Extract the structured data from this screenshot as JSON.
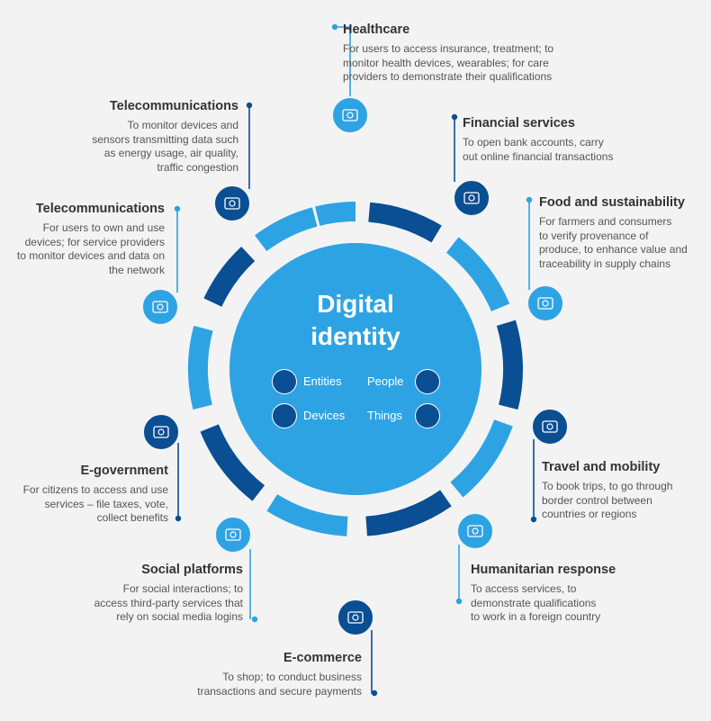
{
  "center": {
    "title": "Digital\nidentity",
    "categories": [
      {
        "label": "Entities",
        "icon": "building-icon"
      },
      {
        "label": "People",
        "icon": "people-icon"
      },
      {
        "label": "Devices",
        "icon": "mobile-device-icon"
      },
      {
        "label": "Things",
        "icon": "qr-code-icon"
      }
    ]
  },
  "colors": {
    "light_blue": "#2ea3e3",
    "dark_blue": "#0a4e93",
    "background": "#f3f3f3"
  },
  "sectors": [
    {
      "id": "healthcare",
      "title": "Healthcare",
      "description": "For users to access insurance, treatment; to\nmonitor health devices, wearables; for care\nproviders to demonstrate their qualifications",
      "icon": "ambulance-icon"
    },
    {
      "id": "financial",
      "title": "Financial services",
      "description": "To open bank accounts, carry\nout online financial transactions",
      "icon": "coins-icon"
    },
    {
      "id": "food",
      "title": "Food and sustainability",
      "description": "For farmers and consumers\nto verify provenance of\nproduce, to enhance value and\ntraceability in supply chains",
      "icon": "recycle-icon"
    },
    {
      "id": "travel",
      "title": "Travel and mobility",
      "description": "To book trips, to go through\nborder control between\ncountries or regions",
      "icon": "beach-umbrella-icon"
    },
    {
      "id": "humanitarian",
      "title": "Humanitarian response",
      "description": "To access services, to\ndemonstrate qualifications\nto work in a foreign country",
      "icon": "handshake-icon"
    },
    {
      "id": "ecommerce",
      "title": "E-commerce",
      "description": "To shop; to conduct business\ntransactions and secure payments",
      "icon": "shopping-cart-icon"
    },
    {
      "id": "social",
      "title": "Social platforms",
      "description": "For social interactions; to\naccess third-party services that\nrely on social media logins",
      "icon": "chat-bubbles-icon"
    },
    {
      "id": "egov",
      "title": "E-government",
      "description": "For citizens to access and use\nservices – file taxes, vote,\ncollect benefits",
      "icon": "government-building-icon"
    },
    {
      "id": "telecom_users",
      "title": "Telecommunications",
      "description": "For users to own and use\ndevices; for service providers\nto monitor devices and data on\nthe network",
      "icon": "antenna-signal-icon"
    },
    {
      "id": "telecom_sensors",
      "title": "Telecommunications",
      "description": "To monitor devices and\nsensors transmitting data such\nas energy usage, air quality,\ntraffic congestion",
      "icon": "circuit-chip-icon"
    }
  ]
}
